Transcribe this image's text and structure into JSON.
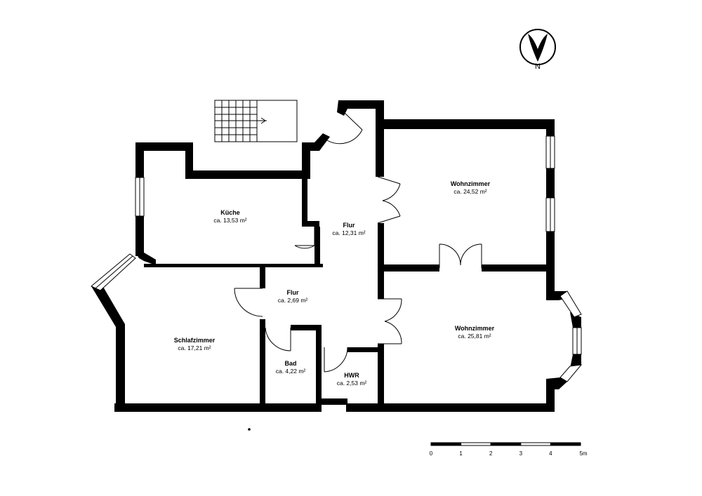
{
  "rooms": [
    {
      "id": "kueche",
      "name": "Küche",
      "area": "ca. 13,53 m²"
    },
    {
      "id": "flur-1",
      "name": "Flur",
      "area": "ca. 12,31 m²"
    },
    {
      "id": "wohnzimmer-1",
      "name": "Wohnzimmer",
      "area": "ca. 24,52 m²"
    },
    {
      "id": "flur-2",
      "name": "Flur",
      "area": "ca. 2,69 m²"
    },
    {
      "id": "schlafzimmer",
      "name": "Schlafzimmer",
      "area": "ca. 17,21 m²"
    },
    {
      "id": "wohnzimmer-2",
      "name": "Wohnzimmer",
      "area": "ca. 25,81 m²"
    },
    {
      "id": "bad",
      "name": "Bad",
      "area": "ca. 4,22 m²"
    },
    {
      "id": "hwr",
      "name": "HWR",
      "area": "ca. 2,53 m²"
    }
  ],
  "north_arrow": {
    "label": "N",
    "icon": "north-arrow-icon"
  },
  "scale_bar": {
    "labels": [
      "0",
      "1",
      "2",
      "3",
      "4",
      "5m"
    ]
  }
}
